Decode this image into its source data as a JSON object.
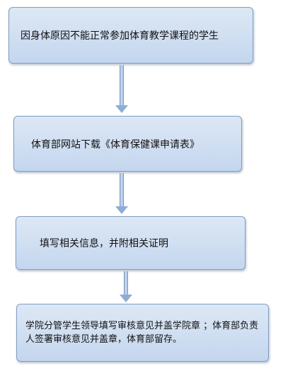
{
  "steps": [
    {
      "text": "因身体原因不能正常参加体育教学课程的学生"
    },
    {
      "text": "体育部网站下载《体育保健课申请表》"
    },
    {
      "text": "填写相关信息，并附相关证明"
    },
    {
      "text": "学院分管学生领导填写审核意见并盖学院章 ；体育部负责人签署审核意见并盖章，体育部留存。"
    }
  ],
  "colors": {
    "box_fill_top": "#dde8f5",
    "box_fill_bottom": "#c4d6ee",
    "box_border": "#7f9ec4",
    "arrow_fill": "#8eadd5"
  }
}
